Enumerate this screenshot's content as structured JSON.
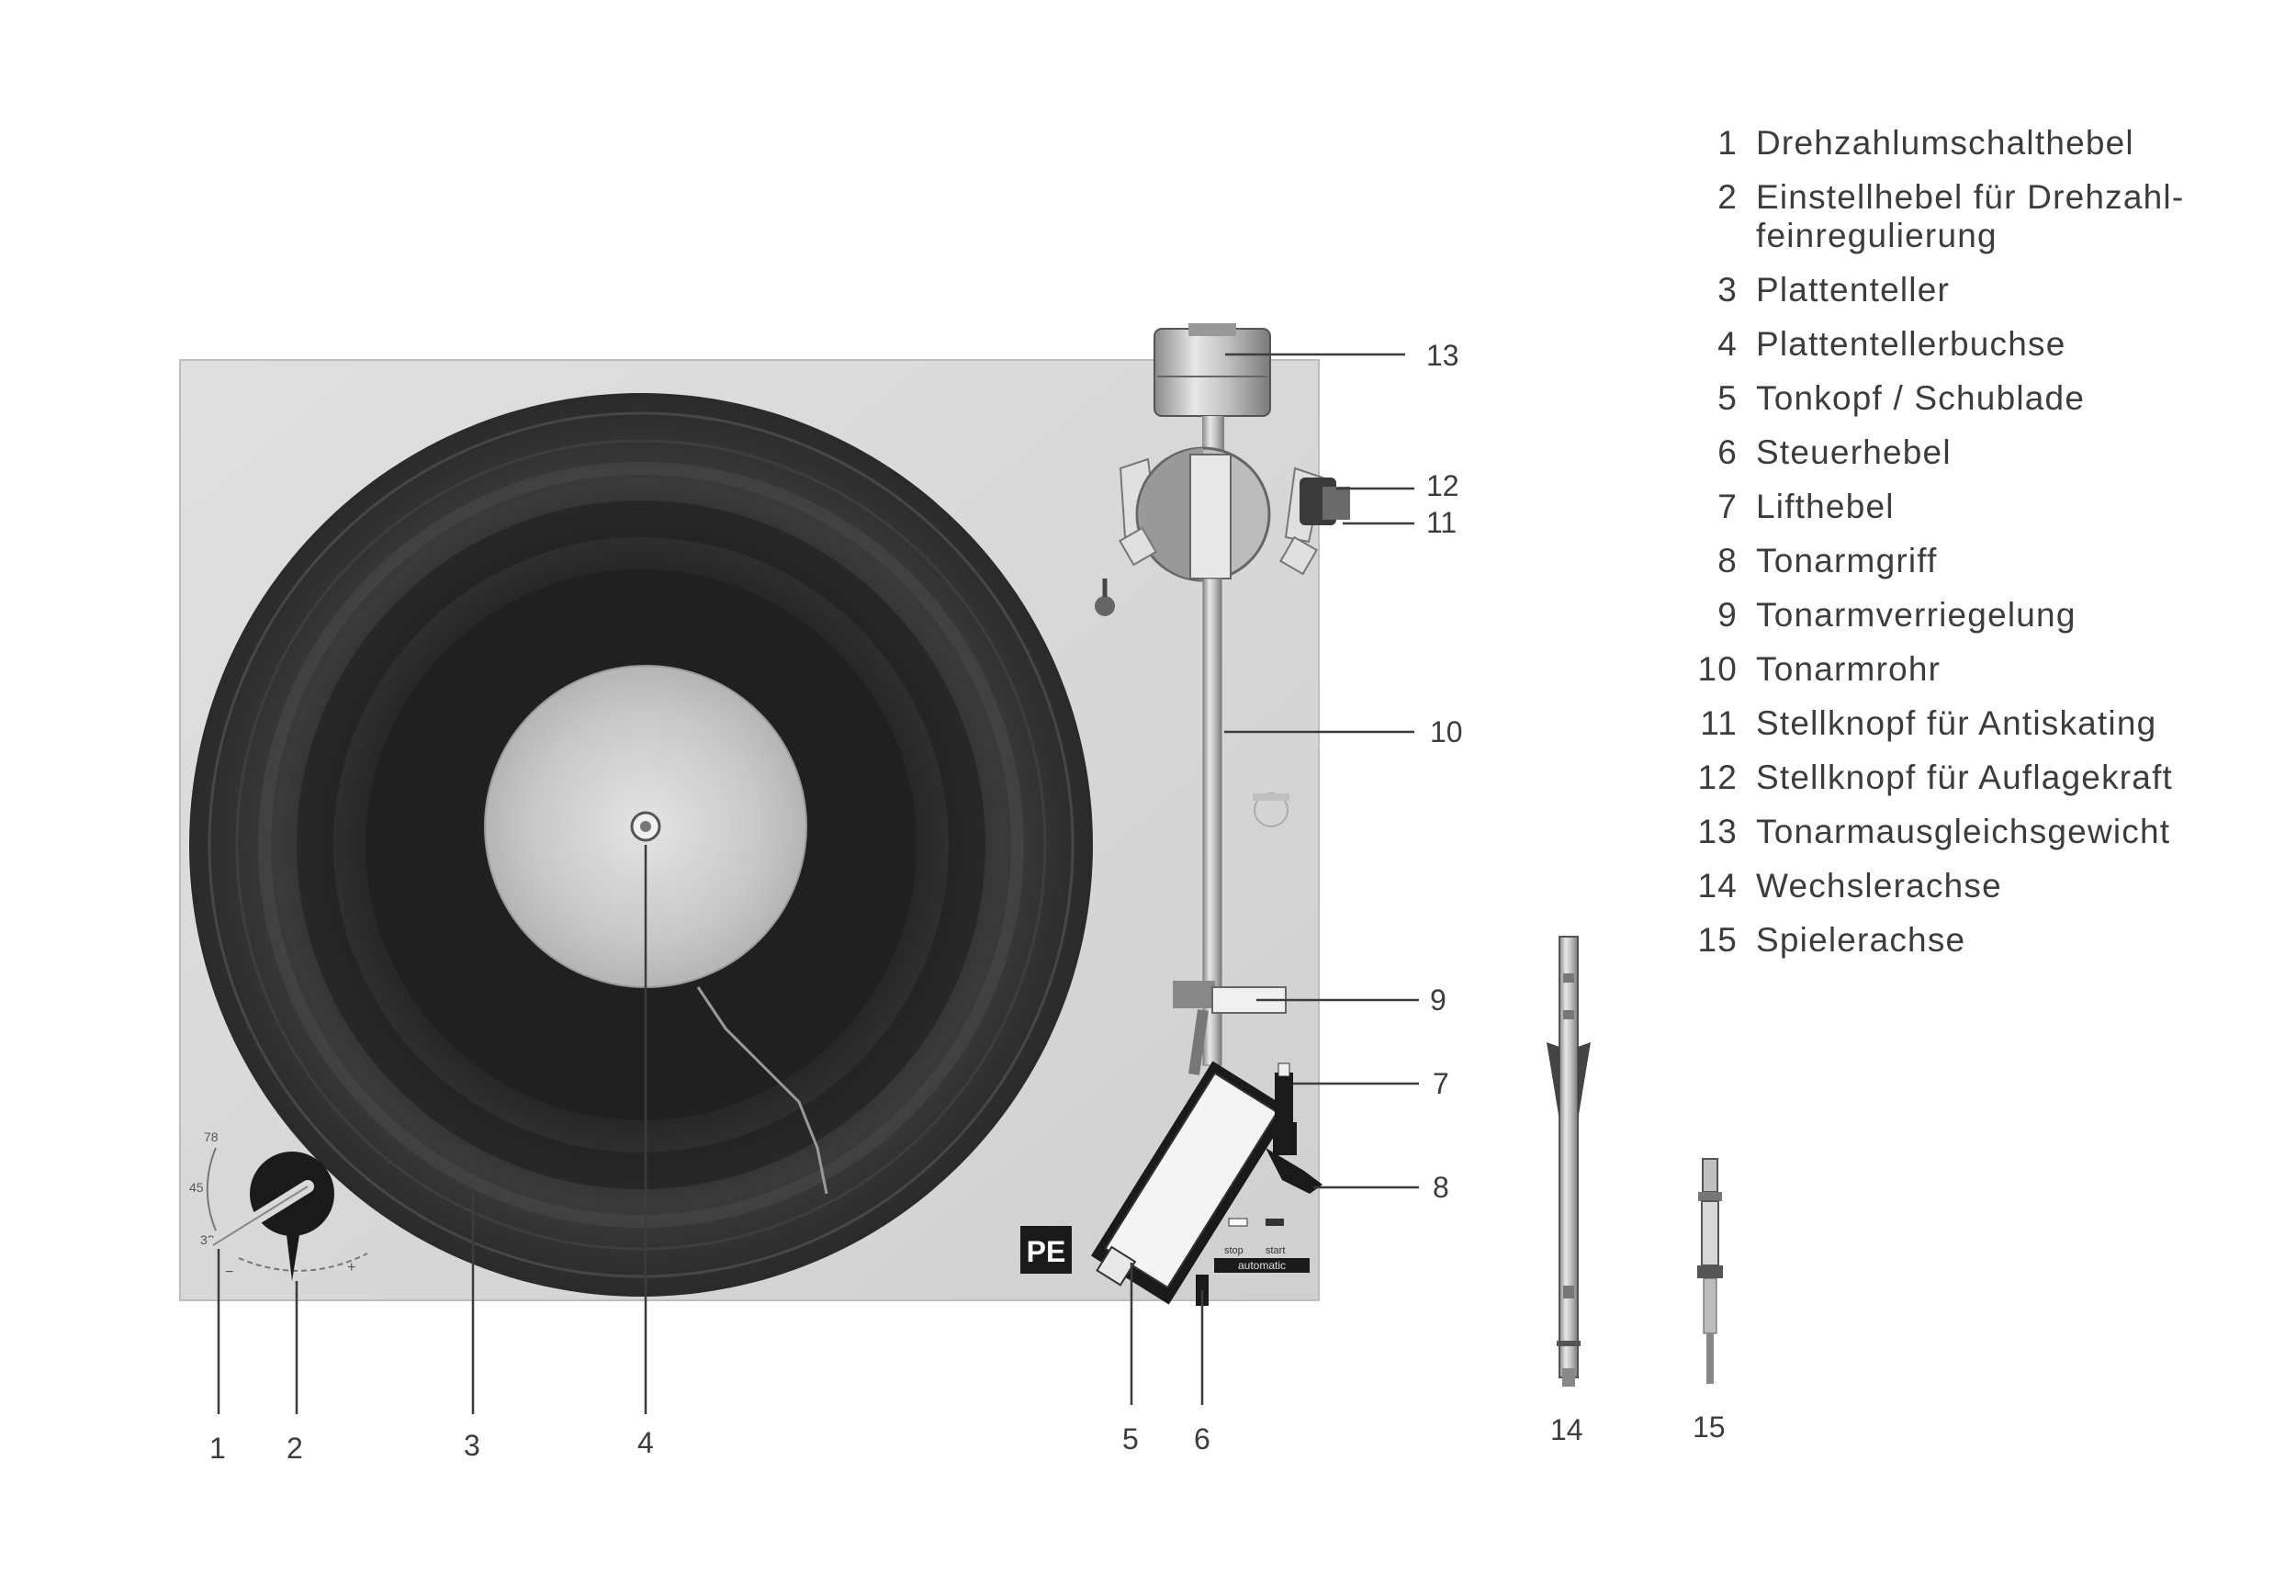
{
  "legend": [
    {
      "num": "1",
      "text": "Drehzahlumschalthebel"
    },
    {
      "num": "2",
      "text": "Einstellhebel für Drehzahl-\nfeinregulierung"
    },
    {
      "num": "3",
      "text": "Plattenteller"
    },
    {
      "num": "4",
      "text": "Plattentellerbuchse"
    },
    {
      "num": "5",
      "text": "Tonkopf / Schublade"
    },
    {
      "num": "6",
      "text": "Steuerhebel"
    },
    {
      "num": "7",
      "text": "Lifthebel"
    },
    {
      "num": "8",
      "text": "Tonarmgriff"
    },
    {
      "num": "9",
      "text": "Tonarmverriegelung"
    },
    {
      "num": "10",
      "text": "Tonarmrohr"
    },
    {
      "num": "11",
      "text": "Stellknopf für Antiskating"
    },
    {
      "num": "12",
      "text": "Stellknopf für Auflagekraft"
    },
    {
      "num": "13",
      "text": "Tonarmausgleichsgewicht"
    },
    {
      "num": "14",
      "text": "Wechslerachse"
    },
    {
      "num": "15",
      "text": "Spielerachse"
    }
  ],
  "callouts": {
    "c1": "1",
    "c2": "2",
    "c3": "3",
    "c4": "4",
    "c5": "5",
    "c6": "6",
    "c7": "7",
    "c8": "8",
    "c9": "9",
    "c10": "10",
    "c11": "11",
    "c12": "12",
    "c13": "13",
    "c14": "14",
    "c15": "15"
  },
  "speed_dial": {
    "s78": "78",
    "s45": "45",
    "s33": "33",
    "minus": "−",
    "plus": "+"
  },
  "plinth_labels": {
    "logo": "PE",
    "automatic": "automatic",
    "stop": "stop",
    "start": "start"
  },
  "colors": {
    "plinth": "#d9d9d9",
    "mat": "#2e2e2e",
    "label": "#c9c9c9",
    "line": "#3c3c3c",
    "text": "#3c3c3c"
  }
}
